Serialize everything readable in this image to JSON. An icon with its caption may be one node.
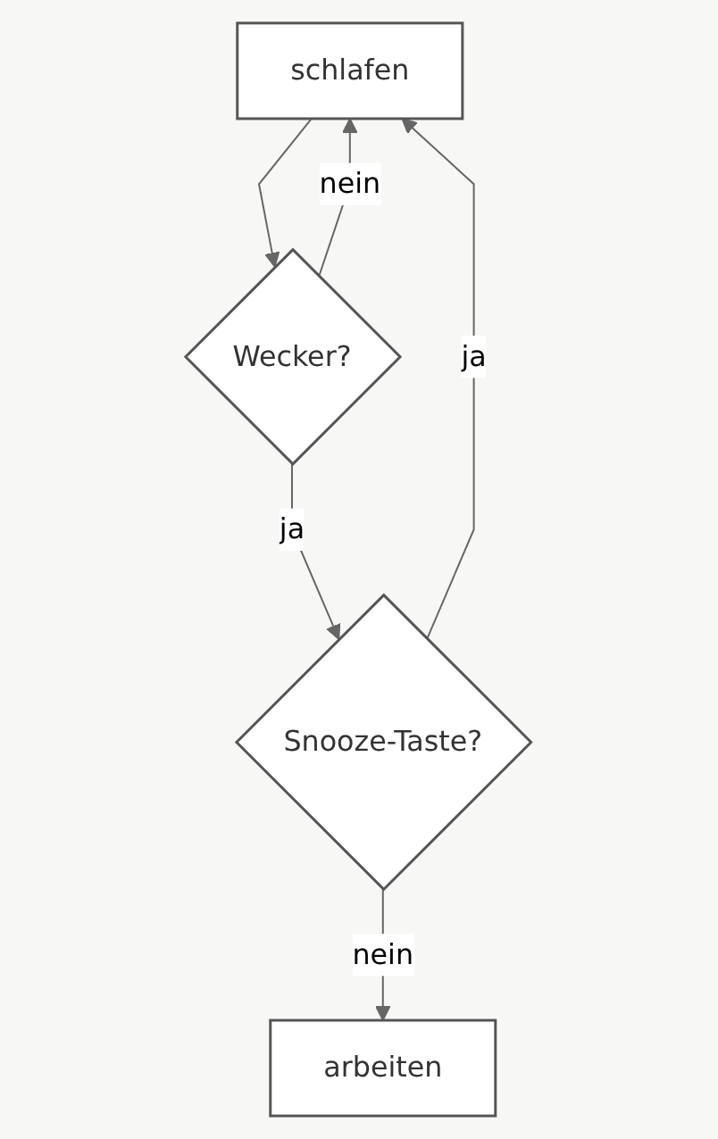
{
  "diagram": {
    "nodes": [
      {
        "text": [
          "schlafen"
        ]
      },
      {
        "text": [
          "Wecker?"
        ]
      },
      {
        "text": [
          "Snooze-Taste?"
        ]
      },
      {
        "text": [
          "arbeiten"
        ]
      }
    ],
    "edges": [
      {
        "from": 0,
        "to": 1,
        "arrow": "to"
      },
      {
        "from": 1,
        "to": 0,
        "arrow": "to",
        "label": "nein"
      },
      {
        "from": 1,
        "to": 2,
        "arrow": "to",
        "label": "ja"
      },
      {
        "from": 2,
        "to": 0,
        "arrow": "to",
        "label": "ja"
      },
      {
        "from": 2,
        "to": 3,
        "arrow": "to",
        "label": "nein"
      }
    ]
  }
}
